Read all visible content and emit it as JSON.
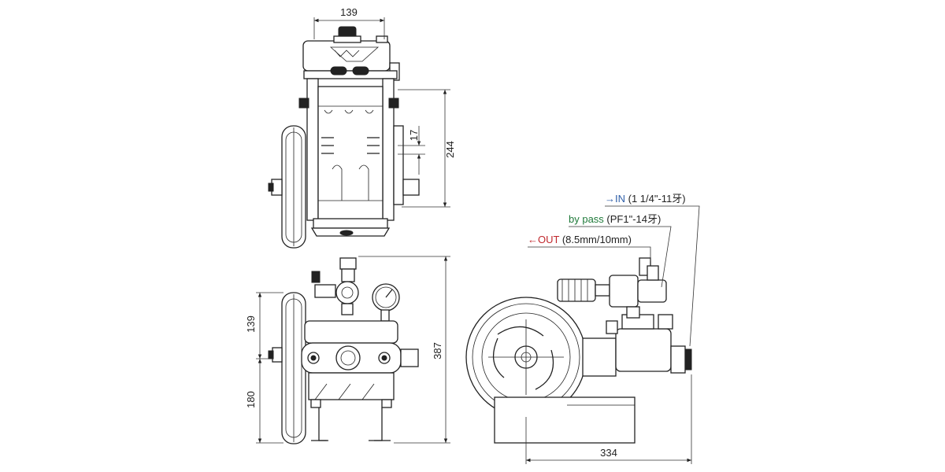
{
  "dimensions": {
    "top_width": "139",
    "top_height": "244",
    "top_small": "17",
    "front_upper": "139",
    "front_lower": "180",
    "front_total": "387",
    "side_width": "334"
  },
  "callouts": {
    "in": {
      "arrow_label": "→IN",
      "spec": " (1 1/4\"-11牙)",
      "color": "#2f5fa8"
    },
    "bypass": {
      "arrow_label": "by pass",
      "spec": " (PF1\"-14牙)",
      "color": "#1f7a3a"
    },
    "out": {
      "arrow_label": "←OUT",
      "spec": " (8.5mm/10mm)",
      "color": "#c0282d"
    }
  }
}
